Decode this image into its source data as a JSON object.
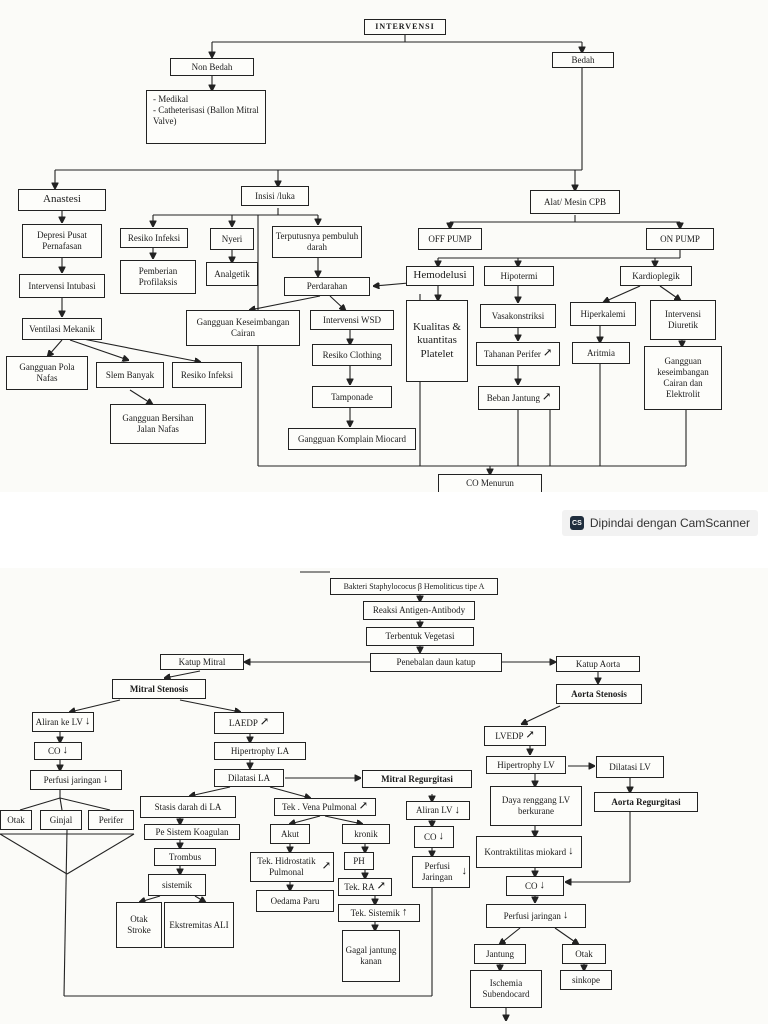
{
  "diagram1": {
    "title": "INTERVENSI",
    "non_bedah": "Non Bedah",
    "bedah": "Bedah",
    "medikal": "- Medikal",
    "catheter": "- Catheterisasi (Ballon Mitral Valve)",
    "anastesi": "Anastesi",
    "insisi": "Insisi /luka",
    "alat_cpb": "Alat/ Mesin CPB",
    "depresi": "Depresi Pusat Pernafasan",
    "intubasi": "Intervensi Intubasi",
    "ventilasi": "Ventilasi Mekanik",
    "gangguan_pola": "Gangguan Pola Nafas",
    "slem": "Slem Banyak",
    "resiko_infeksi_1": "Resiko Infeksi",
    "gangguan_bersihan": "Gangguan Bersihan Jalan Nafas",
    "resiko_infeksi_2": "Resiko Infeksi",
    "nyeri": "Nyeri",
    "terputus": "Terputusnya pembuluh darah",
    "pemberian": "Pemberian Profilaksis",
    "analgetik": "Analgetik",
    "perdarahan": "Perdarahan",
    "gangguan_keseimbangan": "Gangguan Keseimbangan Cairan",
    "intervensi_wsd": "Intervensi WSD",
    "resiko_clothing": "Resiko Clothing",
    "tamponade": "Tamponade",
    "gangguan_komplain": "Gangguan Komplain Miocard",
    "off_pump": "OFF PUMP",
    "on_pump": "ON PUMP",
    "hemodelusi": "Hemodelusi",
    "hipotermi": "Hipotermi",
    "kardioplegik": "Kardioplegik",
    "kualitas": "Kualitas & kuantitas Platelet",
    "vasokonstriksi": "Vasakonstriksi",
    "tahanan_perifer": "Tahanan Perifer",
    "beban_jantung": "Beban Jantung",
    "hiperkalemi": "Hiperkalemi",
    "aritmia": "Aritmia",
    "intervensi_diuretik": "Intervensi Diuretik",
    "gangguan_cairan_elektrolit": "Gangguan keseimbangan Cairan dan Elektrolit",
    "co_menurun": "CO Menurun"
  },
  "watermark": {
    "badge": "CS",
    "text": "Dipindai dengan CamScanner"
  },
  "diagram2": {
    "bakteri": "Bakteri Staphylococus β Hemoliticus tipe A",
    "reaksi": "Reaksi Antigen-Antibody",
    "vegetasi": "Terbentuk Vegetasi",
    "penebalan": "Penebalan daun katup",
    "katup_mitral": "Katup Mitral",
    "katup_aorta": "Katup Aorta",
    "mitral_stenosis": "Mitral Stenosis",
    "aorta_stenosis": "Aorta Stenosis",
    "aliran_lv_1": "Aliran ke LV",
    "laedp": "LAEDP",
    "co_1": "CO",
    "hipertrophy_la": "Hipertrophy LA",
    "perfusi_1": "Perfusi jaringan",
    "dilatasi_la": "Dilatasi LA",
    "mitral_regurgitasi": "Mitral Regurgitasi",
    "otak_1": "Otak",
    "ginjal": "Ginjal",
    "perifer": "Perifer",
    "stasis": "Stasis darah di LA",
    "pe_sistem": "Pe Sistem Koagulan",
    "trombus": "Trombus",
    "sistemik": "sistemik",
    "otak_stroke": "Otak Stroke",
    "ekstremitas": "Ekstremitas ALI",
    "tek_vena": "Tek . Vena Pulmonal",
    "akut": "Akut",
    "kronik": "kronik",
    "tek_hidrostatik": "Tek. Hidrostatik Pulmonal",
    "ph": "PH",
    "tek_ra": "Tek. RA",
    "oedama": "Oedama Paru",
    "tek_sistemik": "Tek. Sistemik",
    "gagal_jantung": "Gagal jantung kanan",
    "aliran_lv_2": "Aliran LV",
    "co_2": "CO",
    "perfusi_2": "Perfusi Jaringan",
    "lvedp": "LVEDP",
    "hipertrophy_lv": "Hipertrophy LV",
    "dilatasi_lv": "Dilatasi LV",
    "daya_renggang": "Daya renggang LV berkurane",
    "aorta_regurgitasi": "Aorta Regurgitasi",
    "kontraktilitas": "Kontraktilitas miokard",
    "co_3": "CO",
    "perfusi_3": "Perfusi jaringan",
    "jantung": "Jantung",
    "otak_2": "Otak",
    "ischemia": "Ischemia Subendocard",
    "sinkope": "sinkope"
  }
}
